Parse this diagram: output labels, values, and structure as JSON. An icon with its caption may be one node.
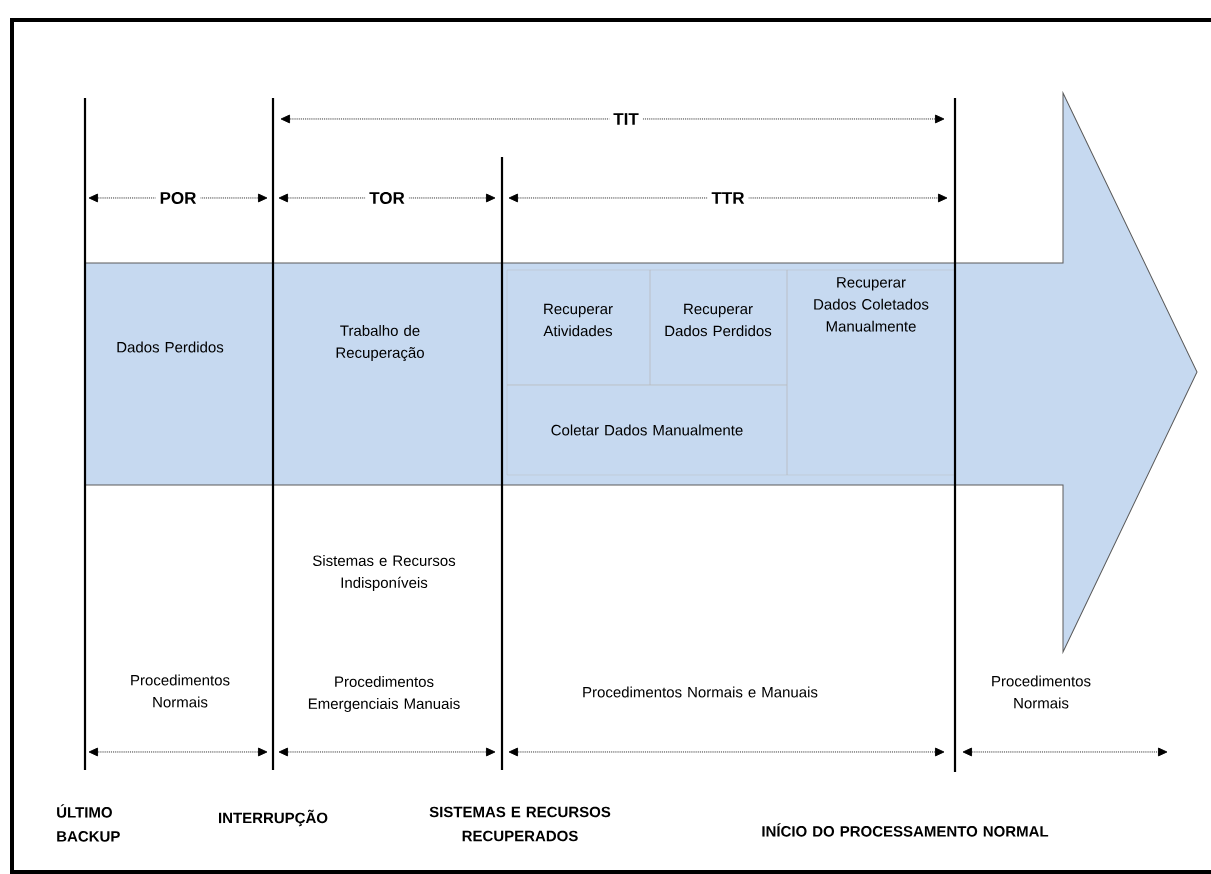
{
  "diagram": {
    "nodes": [
      {
        "text": [
          "Dados Perdidos",
          "Trabalho de Recuperação"
        ]
      },
      {
        "text": [
          "Recuperar Atividades"
        ],
        "in": 0
      },
      {
        "text": [
          "Recuperar Dados Perdidos"
        ],
        "in": 0
      },
      {
        "text": [
          "Recuperar Dados Coletados Manualmente"
        ],
        "in": 0
      },
      {
        "text": [
          "Coletar Dados Manualmente"
        ],
        "in": 0
      }
    ],
    "edges": [],
    "labels": [
      "TIT",
      "POR",
      "TOR",
      "TTR",
      "Sistemas e Recursos Indisponíveis",
      "Procedimentos Normais",
      "Procedimentos Emergenciais Manuais",
      "Procedimentos Normais e Manuais",
      "Procedimentos Normais",
      "ÚLTIMO BACKUP",
      "INTERRUPÇÃO",
      "SISTEMAS E RECURSOS RECUPERADOS",
      "INÍCIO DO PROCESSAMENTO NORMAL"
    ]
  }
}
